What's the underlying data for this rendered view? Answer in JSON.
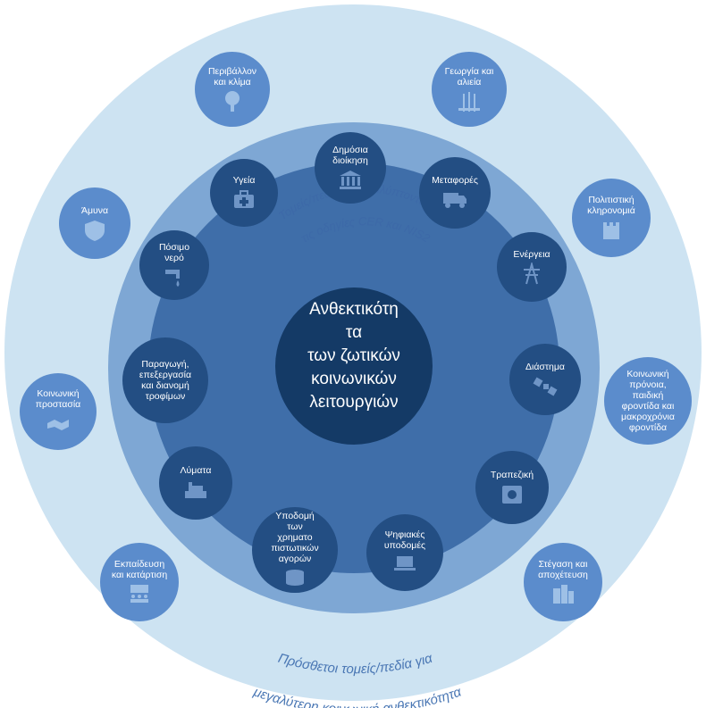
{
  "colors": {
    "outer_ring": "#cde3f2",
    "middle_ring": "#7ea7d4",
    "inner_ring": "#3f6ea9",
    "center": "#143a66",
    "outer_node": "#5b8ccc",
    "inner_node": "#234e83",
    "outer_text": "#4a77b4",
    "middle_text": "#3d69a8"
  },
  "center": {
    "label": "Ανθεκτικότη\nτα\nτων ζωτικών\nκοινωνικών\nλειτουργιών"
  },
  "inner_ring_caption": {
    "line1": "Τομείς/πεδία που καλύπτονται από",
    "line2": "τις οδηγίες CER και NIS2"
  },
  "outer_ring_caption": {
    "line1": "Πρόσθετοι τομείς/πεδία για",
    "line2": "μεγαλύτερη κοινωνική ανθεκτικότητα"
  },
  "inner_sectors": [
    {
      "id": "health",
      "label": "Υγεία",
      "icon": "medical-bag-icon"
    },
    {
      "id": "public-admin",
      "label": "Δημόσια\nδιοίκηση",
      "icon": "government-building-icon"
    },
    {
      "id": "transport",
      "label": "Μεταφορές",
      "icon": "truck-icon"
    },
    {
      "id": "energy",
      "label": "Ενέργεια",
      "icon": "power-pylon-icon"
    },
    {
      "id": "drinking-water",
      "label": "Πόσιμο\nνερό",
      "icon": "water-tap-icon"
    },
    {
      "id": "food",
      "label": "Παραγωγή,\nεπεξεργασία\nκαι διανομή\nτροφίμων",
      "icon": ""
    },
    {
      "id": "space",
      "label": "Διάστημα",
      "icon": "satellite-icon"
    },
    {
      "id": "waste-water",
      "label": "Λύματα",
      "icon": "sewage-plant-icon"
    },
    {
      "id": "banking",
      "label": "Τραπεζική",
      "icon": "safe-icon"
    },
    {
      "id": "fmi",
      "label": "Υποδομή\nτων\nχρηματο\nπιστωτικών\nαγορών",
      "icon": "coins-icon"
    },
    {
      "id": "digital",
      "label": "Ψηφιακές\nυποδομές",
      "icon": "laptop-icon"
    }
  ],
  "outer_sectors": [
    {
      "id": "environment",
      "label": "Περιβάλλον\nκαι κλίμα",
      "icon": "tree-icon"
    },
    {
      "id": "agriculture",
      "label": "Γεωργία και\nαλιεία",
      "icon": "wheat-icon"
    },
    {
      "id": "defence",
      "label": "Άμυνα",
      "icon": "shield-icon"
    },
    {
      "id": "cultural-heritage",
      "label": "Πολιτιστική\nκληρονομιά",
      "icon": "castle-icon"
    },
    {
      "id": "social-protection",
      "label": "Κοινωνική\nπροστασία",
      "icon": "handshake-icon"
    },
    {
      "id": "welfare",
      "label": "Κοινωνική\nπρόνοια,\nπαιδική\nφροντίδα και\nμακροχρόνια\nφροντίδα",
      "icon": ""
    },
    {
      "id": "education",
      "label": "Εκπαίδευση\nκαι κατάρτιση",
      "icon": "classroom-icon"
    },
    {
      "id": "housing",
      "label": "Στέγαση και\nαποχέτευση",
      "icon": "buildings-icon"
    }
  ]
}
